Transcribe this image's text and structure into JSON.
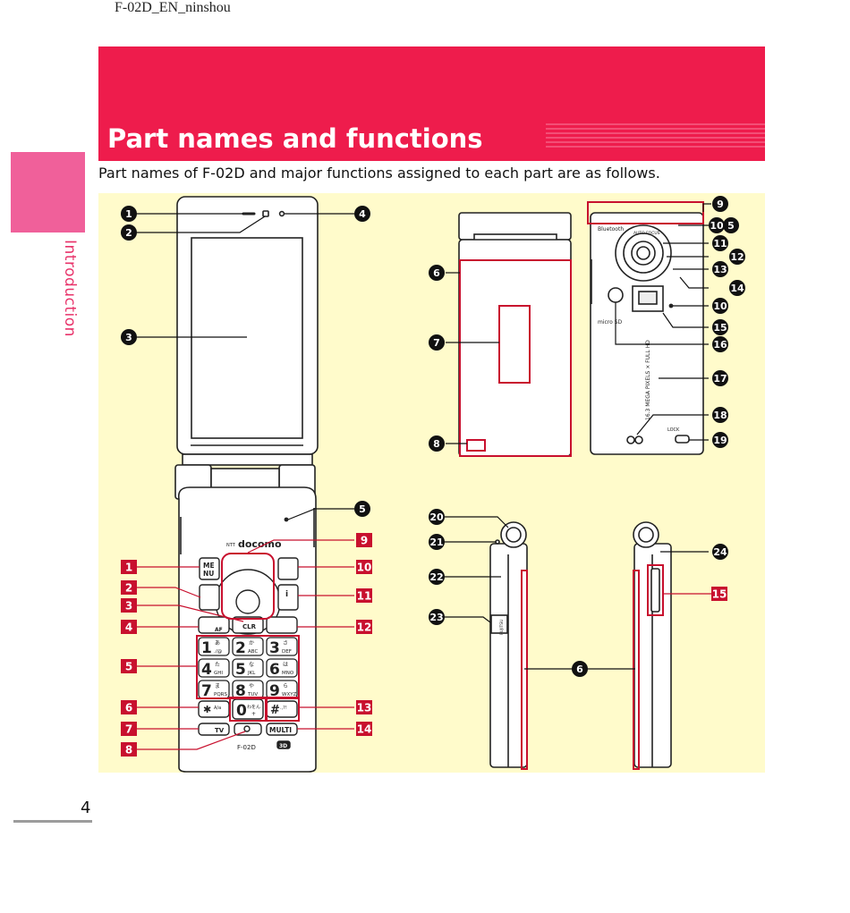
{
  "doc_id": "F-02D_EN_ninshou",
  "title": "Part names and functions",
  "intro": "Part names of F-02D and major functions assigned to each part are as follows.",
  "side_label": "Introduction",
  "page_number": "4",
  "colors": {
    "brand": "#ee1c4c",
    "tab": "#f0609a",
    "panel": "#fffbcb",
    "callout": "#c8102e",
    "marker": "#111111"
  },
  "circled_markers": [
    "1",
    "2",
    "3",
    "4",
    "5",
    "6",
    "7",
    "8",
    "9",
    "10",
    "11",
    "12",
    "13",
    "14",
    "15",
    "16",
    "17",
    "18",
    "19",
    "20",
    "21",
    "22",
    "23",
    "24"
  ],
  "square_markers": [
    "1",
    "2",
    "3",
    "4",
    "5",
    "6",
    "7",
    "8",
    "9",
    "10",
    "11",
    "12",
    "13",
    "14",
    "15"
  ],
  "phone_text": {
    "brand": "docomo",
    "brand_prefix": "NTT",
    "model": "F-02D",
    "badge": "3D",
    "menu_key": [
      "ME",
      "NU"
    ],
    "clr_key": "CLR",
    "multi_key": "MULTI",
    "tv_key": "TV",
    "af_key": "AF",
    "keypad": [
      {
        "digit": "1",
        "kana": "あ",
        "sub": "./@"
      },
      {
        "digit": "2",
        "kana": "か",
        "sub": "ABC"
      },
      {
        "digit": "3",
        "kana": "さ",
        "sub": "DEF"
      },
      {
        "digit": "4",
        "kana": "た",
        "sub": "GHI"
      },
      {
        "digit": "5",
        "kana": "な",
        "sub": "JKL"
      },
      {
        "digit": "6",
        "kana": "は",
        "sub": "MNO"
      },
      {
        "digit": "7",
        "kana": "ま",
        "sub": "PQRS"
      },
      {
        "digit": "8",
        "kana": "や",
        "sub": "TUV"
      },
      {
        "digit": "9",
        "kana": "ら",
        "sub": "WXYZ"
      }
    ],
    "star_sub": "A/a",
    "zero_kana": "わをん",
    "zero_sub": "+",
    "hash_sub": ".,?!",
    "bluetooth": "Bluetooth",
    "autofocus": "AUTO FOCUS",
    "microsd": "micro SD",
    "megapixels": "16.3 MEGA PIXELS × FULL HD",
    "lock": "LOCK",
    "side_brand": "FUJITSU"
  }
}
